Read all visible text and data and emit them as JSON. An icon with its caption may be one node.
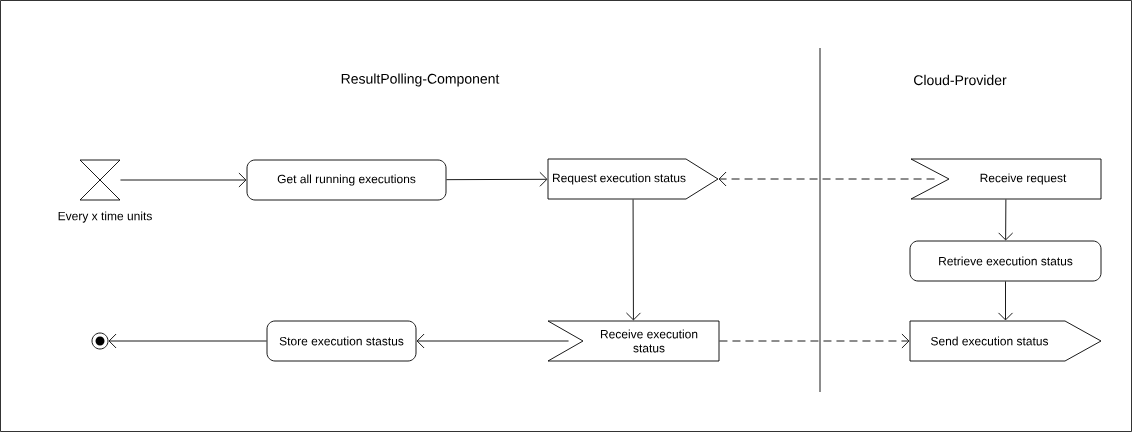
{
  "diagram": {
    "nodes": [
      {
        "text": [],
        "shape": "hourglass",
        "beside": [
          "Every x time units"
        ]
      },
      {
        "text": [
          "Get all running executions"
        ]
      },
      {
        "text": [
          "Request execution status"
        ]
      },
      {
        "text": [
          "Receive request"
        ]
      },
      {
        "text": [
          "Retrieve execution status"
        ]
      },
      {
        "text": [
          "Receive execution status"
        ]
      },
      {
        "text": [
          "Send execution status"
        ]
      },
      {
        "text": [
          "Store execution stastus"
        ]
      },
      {
        "text": [],
        "shape": "circle"
      }
    ],
    "edges": [
      {
        "from": 0,
        "to": 1,
        "arrow": "to"
      },
      {
        "from": 1,
        "to": 2,
        "arrow": "to"
      },
      {
        "from": 3,
        "to": 2,
        "arrow": "to",
        "style": "dashed"
      },
      {
        "from": 3,
        "to": 4,
        "arrow": "to"
      },
      {
        "from": 4,
        "to": 6,
        "arrow": "to"
      },
      {
        "from": 2,
        "to": 5,
        "arrow": "to"
      },
      {
        "from": 5,
        "to": 6,
        "arrow": "to",
        "style": "dashed"
      },
      {
        "from": 5,
        "to": 7,
        "arrow": "to"
      },
      {
        "from": 7,
        "to": 8,
        "arrow": "to"
      }
    ],
    "labels": [
      "ResultPolling-Component",
      "Cloud-Provider"
    ]
  }
}
